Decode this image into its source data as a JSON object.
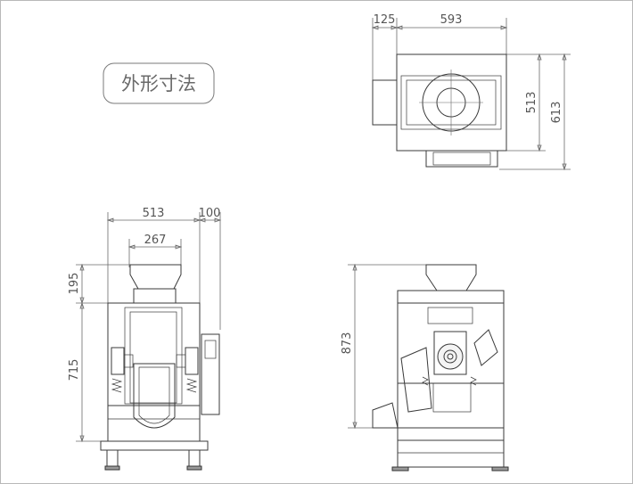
{
  "title": "外形寸法",
  "colors": {
    "line": "#3a3a3a",
    "dimension": "#6a6a6a",
    "frame": "#b8b8b8"
  },
  "dimensions": {
    "top_view_width_left": "125",
    "top_view_width_main": "593",
    "top_view_height_inner": "513",
    "top_view_height_outer": "613",
    "front_width_main": "513",
    "front_width_right": "100",
    "front_hopper_width": "267",
    "front_height_top": "195",
    "front_height_body": "715",
    "side_height_total": "873"
  }
}
